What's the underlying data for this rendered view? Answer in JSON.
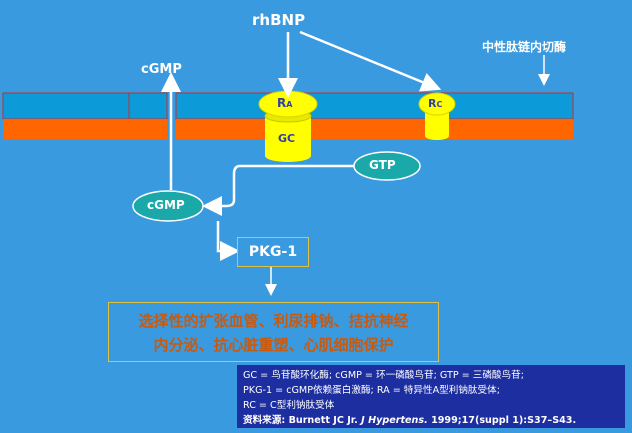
{
  "labels": {
    "rhbnp": "rhBNP",
    "neutral_enzyme": "中性肽链内切酶",
    "cgmp_top": "cGMP",
    "ra_main": "R",
    "ra_sub": "A",
    "rc_main": "R",
    "rc_sub": "C",
    "gc": "GC",
    "gtp": "GTP",
    "cgmp_mid": "cGMP",
    "pkg": "PKG-1"
  },
  "effects": {
    "line1": "选择性的扩张血管、利尿排钠、拮抗神经",
    "line2": "内分泌、抗心脏重塑、心肌细胞保护"
  },
  "legend": {
    "line1": "GC = 鸟苷酸环化酶;  cGMP = 环一磷酸鸟苷;    GTP  = 三磷酸鸟苷;",
    "line2": "PKG-1 = cGMP依赖蛋白激酶;  RA = 特异性A型利钠肽受体;",
    "line3": "RC  = C型利钠肽受体",
    "source_label": "资料来源: ",
    "source_authors": "Burnett JC Jr. ",
    "source_journal": "J Hypertens.",
    "source_rest": " 1999;17(suppl 1):S37–S43."
  },
  "colors": {
    "background": "#3a9ae0",
    "membrane_top": "#0d9ad8",
    "membrane_bottom": "#ff6600",
    "receptor": "#ffff00",
    "effect_text": "#c85a10",
    "legend_bg": "#1d2fa0"
  }
}
